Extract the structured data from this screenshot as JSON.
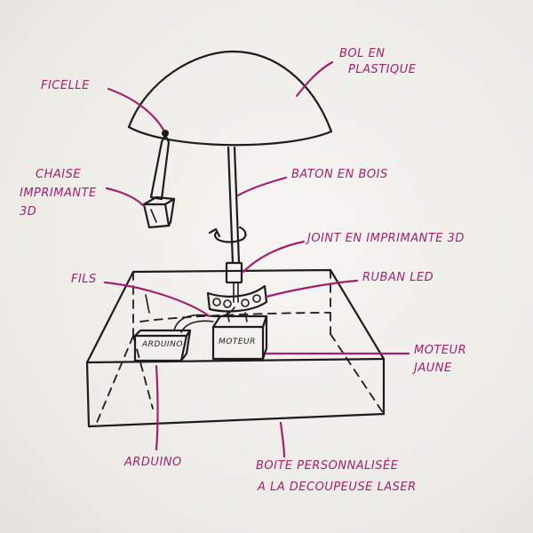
{
  "labels": {
    "bol": [
      "BOL EN",
      "PLASTIQUE"
    ],
    "ficelle": "FICELLE",
    "chaise": [
      "CHAISE",
      "IMPRIMANTE",
      "3D"
    ],
    "baton": "BATON EN BOIS",
    "joint": "JOINT EN IMPRIMANTE 3D",
    "ruban": "RUBAN LED",
    "fils": "FILS",
    "moteur_jaune": [
      "MOTEUR",
      "JAUNE"
    ],
    "arduino": "ARDUINO",
    "boite": [
      "BOITE PERSONNALISÉE",
      "A LA DECOUPEUSE LASER"
    ]
  },
  "box_labels": {
    "arduino": "ARDUINO",
    "moteur": "MOTEUR"
  },
  "colors": {
    "ink": "#1f1b1d",
    "label": "#a3206e",
    "paper": "#efeeea"
  }
}
